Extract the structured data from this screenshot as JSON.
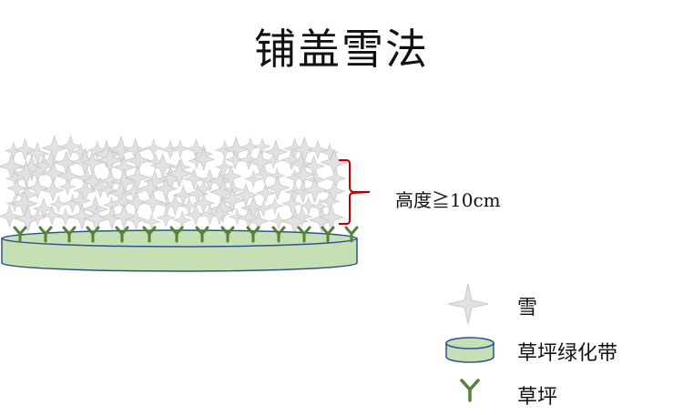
{
  "title": "铺盖雪法",
  "annotation": {
    "height_label": "高度≧10cm"
  },
  "legend": {
    "items": [
      {
        "label": "雪",
        "icon": "snowflake-star-icon"
      },
      {
        "label": "草坪绿化带",
        "icon": "lawn-strip-icon"
      },
      {
        "label": "草坪",
        "icon": "grass-icon"
      }
    ]
  },
  "colors": {
    "snow_fill": "#e2e2e2",
    "snow_stroke": "#c9c9c9",
    "lawn_fill": "#c5e0b4",
    "lawn_stroke": "#2f528f",
    "grass": "#548235",
    "bracket": "#c00000"
  }
}
